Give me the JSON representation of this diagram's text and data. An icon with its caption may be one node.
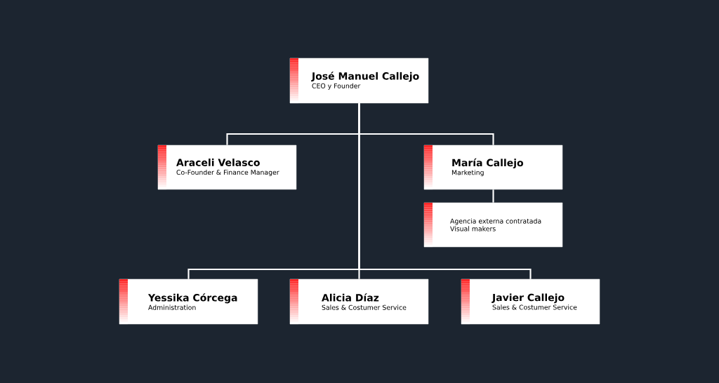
{
  "diagram": {
    "nodes": [
      {
        "text": [
          "José Manuel Callejo",
          "CEO y Founder"
        ]
      },
      {
        "text": [
          "Araceli Velasco",
          "Co-Founder & Finance Manager"
        ]
      },
      {
        "text": [
          "María Callejo",
          "Marketing"
        ]
      },
      {
        "text": [
          "Agencia externa contratada",
          "Visual makers"
        ]
      },
      {
        "text": [
          "Yessika Córcega",
          "Administration"
        ]
      },
      {
        "text": [
          "Alicia Díaz",
          "Sales & Costumer Service"
        ]
      },
      {
        "text": [
          "Javier Callejo",
          "Sales & Costumer Service"
        ]
      }
    ],
    "edges": [
      {
        "from": 0,
        "to": 1,
        "arrow": "none"
      },
      {
        "from": 0,
        "to": 2,
        "arrow": "none"
      },
      {
        "from": 2,
        "to": 3,
        "arrow": "none"
      },
      {
        "from": 0,
        "to": 4,
        "arrow": "none"
      },
      {
        "from": 0,
        "to": 5,
        "arrow": "none"
      },
      {
        "from": 0,
        "to": 6,
        "arrow": "none"
      }
    ]
  }
}
